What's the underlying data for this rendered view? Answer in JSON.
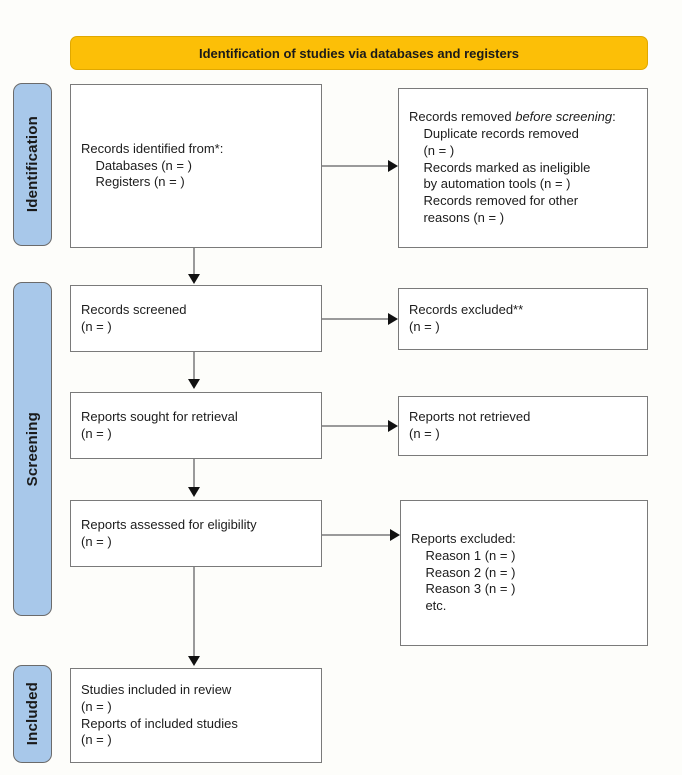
{
  "diagram": {
    "title": "Identification of studies via databases and registers",
    "colors": {
      "banner": "#fcbf07",
      "stage_pill": "#a8c8ea",
      "box_border": "#7a7a7a",
      "connector": "#9a9a9a",
      "arrow_head": "#111111",
      "page_background": "#fdfdfa"
    },
    "stages": [
      {
        "id": "identification",
        "label": "Identification"
      },
      {
        "id": "screening",
        "label": "Screening"
      },
      {
        "id": "included",
        "label": "Included"
      }
    ],
    "boxes": {
      "records_identified": {
        "line1": "Records identified from*:",
        "line2": "    Databases (n = )",
        "line3": "    Registers (n = )"
      },
      "records_removed": {
        "pre": "Records removed ",
        "italic": "before screening",
        "post": ":",
        "line2": "    Duplicate records removed",
        "line3": "    (n = )",
        "line4": "    Records marked as ineligible",
        "line5": "    by automation tools (n = )",
        "line6": "    Records removed for other",
        "line7": "    reasons (n = )"
      },
      "records_screened": {
        "line1": "Records screened",
        "line2": "(n = )"
      },
      "records_excluded": {
        "line1": "Records excluded**",
        "line2": "(n = )"
      },
      "reports_sought": {
        "line1": "Reports sought for retrieval",
        "line2": "(n = )"
      },
      "reports_not_retrieved": {
        "line1": "Reports not retrieved",
        "line2": "(n = )"
      },
      "reports_assessed": {
        "line1": "Reports assessed for eligibility",
        "line2": "(n = )"
      },
      "reports_excluded": {
        "line1": "Reports excluded:",
        "line2": "    Reason 1 (n = )",
        "line3": "    Reason 2 (n = )",
        "line4": "    Reason 3 (n = )",
        "line5": "    etc."
      },
      "studies_included": {
        "line1": "Studies included in review",
        "line2": "(n = )",
        "line3": "Reports of included studies",
        "line4": "(n = )"
      }
    }
  }
}
